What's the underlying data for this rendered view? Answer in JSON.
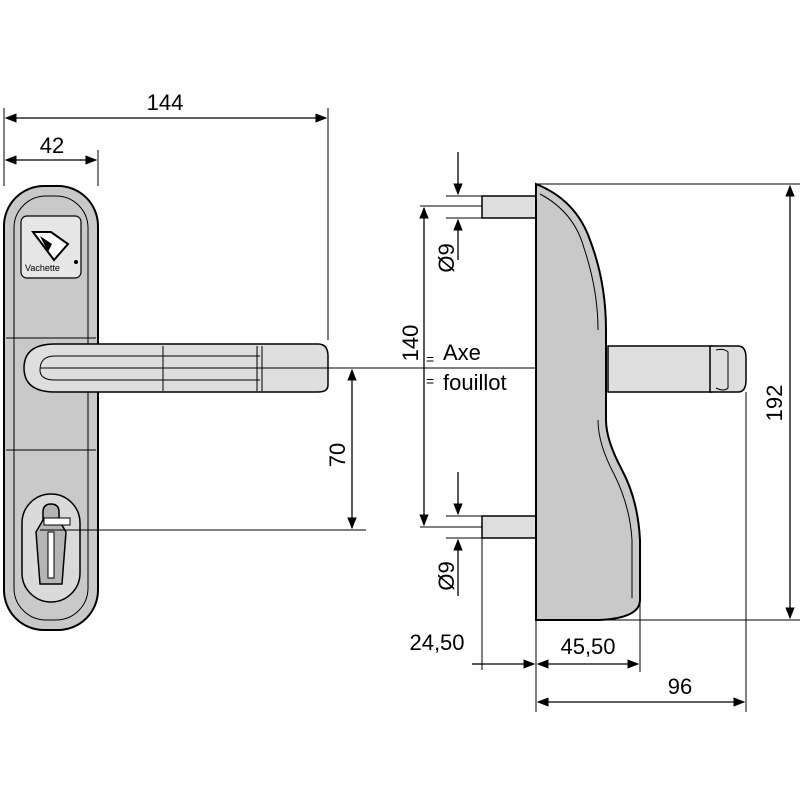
{
  "brand": {
    "name": "Vachette"
  },
  "dimensions": {
    "overall_width": "144",
    "plate_width": "42",
    "handle_to_cylinder": "70",
    "fixing_spacing": "140",
    "side_height": "192",
    "diameter_top": "Ø9",
    "diameter_bottom": "Ø9",
    "rose_offset": "24,50",
    "side_depth": "45,50",
    "total_depth": "96"
  },
  "labels": {
    "axis_line1": "Axe",
    "axis_line2": "fouillot",
    "axis_marker": "="
  },
  "colors": {
    "part_fill": "#c9c9c9",
    "part_light": "#dedede",
    "line": "#000000"
  }
}
